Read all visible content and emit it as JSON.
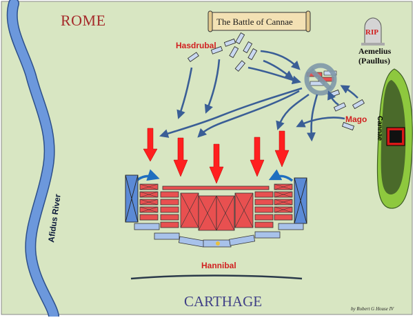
{
  "title": "The Battle of Cannae",
  "labels": {
    "rome": "ROME",
    "carthage": "CARTHAGE",
    "river": "Afidus River",
    "cannae": "Cannae",
    "hasdrubal": "Hasdrubal",
    "mago": "Mago",
    "hannibal": "Hannibal",
    "rip": "RIP",
    "aemelius_line1": "Aemelius",
    "aemelius_line2": "(Paullus)",
    "credit": "by Robert G House IV"
  },
  "colors": {
    "field": "#d8e6c2",
    "river": "#6c98dc",
    "roman_blue": "#8fb0e0",
    "roman_red": "#e85050",
    "carthage_red": "#f03030",
    "arrow_blue": "#3a5e96",
    "cannae_dark": "#4a6a2a",
    "cannae_light": "#8ec83e",
    "scroll": "#f3e1b4"
  },
  "icons": [
    "scroll-icon",
    "tombstone-icon",
    "prohibition-icon",
    "elephant-icon"
  ]
}
